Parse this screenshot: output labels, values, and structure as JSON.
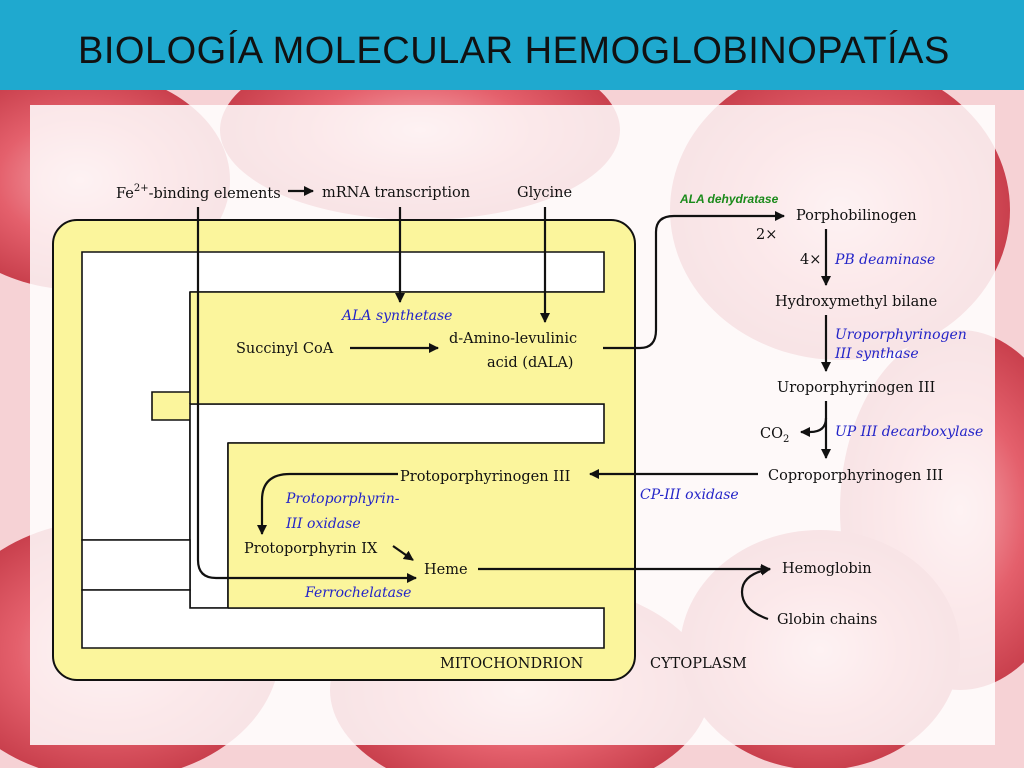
{
  "slide": {
    "title": "BIOLOGÍA MOLECULAR HEMOGLOBINOPATÍAS"
  },
  "colors": {
    "title_bar": "#1fa9cf",
    "mitochondrion": "#fbf59c",
    "enzyme_text": "#2324c8",
    "ala_dehydratase_text": "#1a8a1a",
    "background_cells": "#e35a66"
  },
  "diagram": {
    "nodes": {
      "fe_binding_prefix": "Fe",
      "fe_binding_superscript": "2+",
      "fe_binding_suffix": "-binding elements",
      "mrna_transcription": "mRNA transcription",
      "glycine": "Glycine",
      "succinyl_coa": "Succinyl CoA",
      "dala_line1": "d-Amino-levulinic",
      "dala_line2": "acid (dALA)",
      "porphobilinogen": "Porphobilinogen",
      "multiplier_2x": "2×",
      "multiplier_4x": "4×",
      "hydroxymethyl_bilane": "Hydroxymethyl bilane",
      "uroporphyrinogen_iii": "Uroporphyrinogen III",
      "co2": "CO",
      "co2_subscript": "2",
      "coproporphyrinogen_iii": "Coproporphyrinogen III",
      "protoporphyrinogen_iii": "Protoporphyrinogen III",
      "protoporphyrin_ix": "Protoporphyrin IX",
      "heme": "Heme",
      "hemoglobin": "Hemoglobin",
      "globin_chains": "Globin chains",
      "mitochondrion": "MITOCHONDRION",
      "cytoplasm": "CYTOPLASM"
    },
    "enzymes": {
      "ala_dehydratase": "ALA dehydratase",
      "ala_synthetase": "ALA synthetase",
      "pb_deaminase": "PB deaminase",
      "uroporphyrinogen_synthase_line1": "Uroporphyrinogen",
      "uroporphyrinogen_synthase_line2": "III synthase",
      "up_iii_decarboxylase": "UP III decarboxylase",
      "cp_iii_oxidase": "CP-III oxidase",
      "protoporphyrin_oxidase_line1": "Protoporphyrin-",
      "protoporphyrin_oxidase_line2": "III oxidase",
      "ferrochelatase": "Ferrochelatase"
    }
  }
}
